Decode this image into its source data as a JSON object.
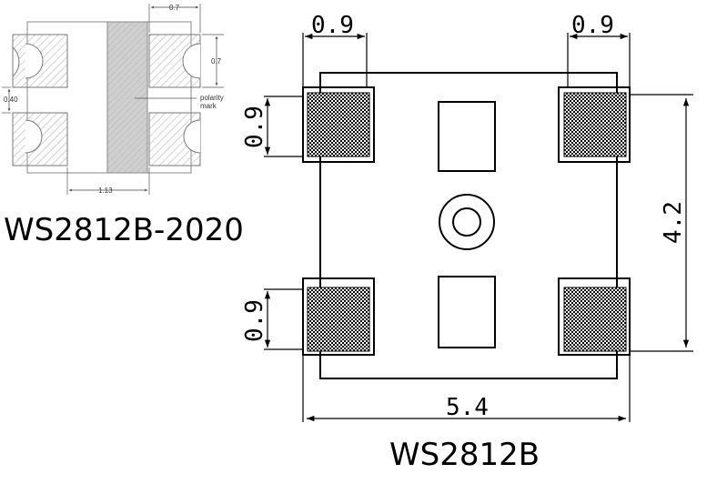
{
  "small_diagram": {
    "title": "WS2812B-2020",
    "dim_pad_width": "0.7",
    "dim_pad_height": "0.7",
    "dim_gap": "0.40",
    "dim_span": "1.13",
    "polarity_label_1": "polarity",
    "polarity_label_2": "mark"
  },
  "large_diagram": {
    "title": "WS2812B",
    "dim_top_left": "0.9",
    "dim_top_right": "0.9",
    "dim_left_upper": "0.9",
    "dim_left_lower": "0.9",
    "dim_width": "5.4",
    "dim_height": "4.2"
  }
}
